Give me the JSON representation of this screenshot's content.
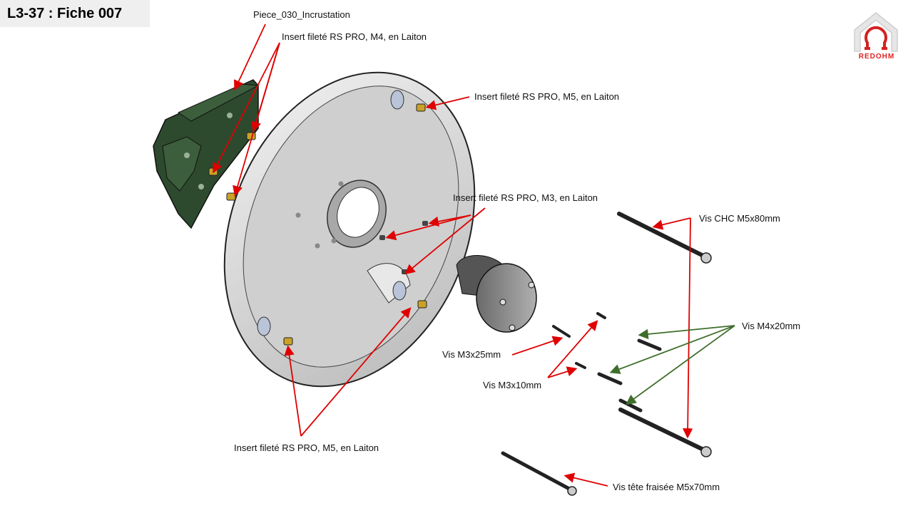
{
  "header": {
    "title": "L3-37 : Fiche 007"
  },
  "logo": {
    "name": "redohm-logo-icon",
    "text": "REDOHM",
    "color": "#d42121"
  },
  "colors": {
    "arrow_red": "#e00000",
    "arrow_green": "#3f6e2a",
    "part_green": "#2e4a2e",
    "part_grey": "#9a9a9a",
    "brass": "#c9a227"
  },
  "labels": {
    "incrustation": "Piece_030_Incrustation",
    "insert_m4": "Insert fileté RS PRO, M4, en Laiton",
    "insert_m5_top": "Insert fileté RS PRO, M5, en Laiton",
    "insert_m3": "Insert fileté RS PRO, M3, en Laiton",
    "vis_chc": "Vis CHC M5x80mm",
    "vis_m4": "Vis M4x20mm",
    "vis_m3x25": "Vis M3x25mm",
    "vis_m3x10": "Vis M3x10mm",
    "insert_m5_bottom": "Insert fileté RS PRO, M5, en Laiton",
    "vis_fraisee": "Vis tête fraisée M5x70mm"
  }
}
